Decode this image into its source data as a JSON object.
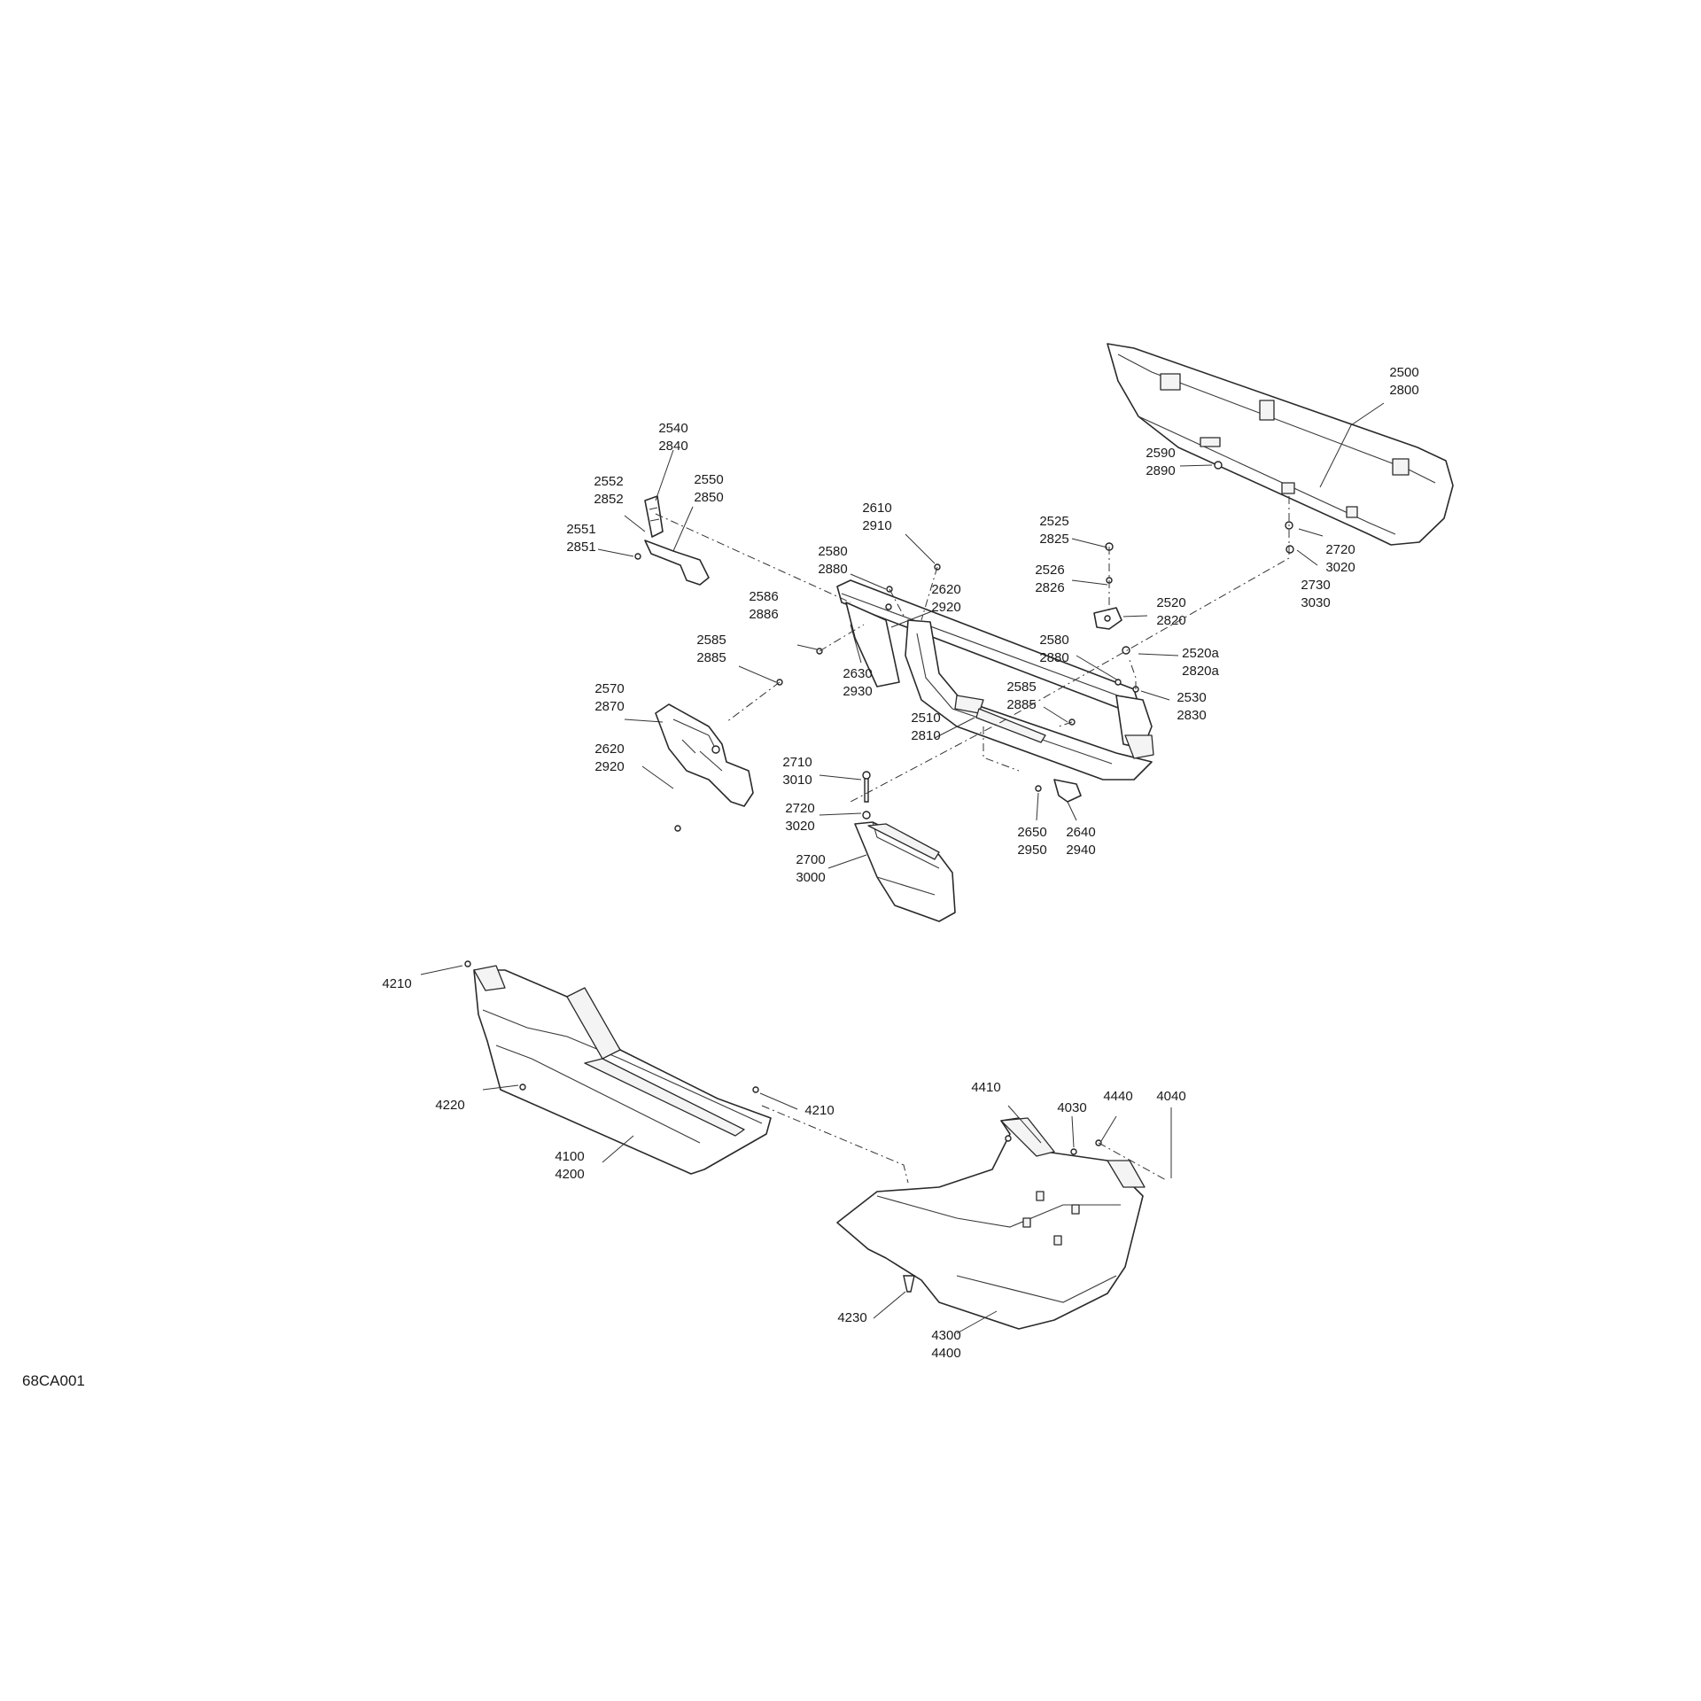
{
  "figure_ref": "68CA001",
  "callouts": {
    "c2500": [
      "2500",
      "2800"
    ],
    "c2590": [
      "2590",
      "2890"
    ],
    "c2720a": [
      "2720",
      "3020"
    ],
    "c2730": [
      "2730",
      "3030"
    ],
    "c2540": [
      "2540",
      "2840"
    ],
    "c2552": [
      "2552",
      "2852"
    ],
    "c2550": [
      "2550",
      "2850"
    ],
    "c2551": [
      "2551",
      "2851"
    ],
    "c2610": [
      "2610",
      "2910"
    ],
    "c2580a": [
      "2580",
      "2880"
    ],
    "c2620a": [
      "2620",
      "2920"
    ],
    "c2586": [
      "2586",
      "2886"
    ],
    "c2585a": [
      "2585",
      "2885"
    ],
    "c2630": [
      "2630",
      "2930"
    ],
    "c2525": [
      "2525",
      "2825"
    ],
    "c2526": [
      "2526",
      "2826"
    ],
    "c2520": [
      "2520",
      "2820"
    ],
    "c2520a": [
      "2520a",
      "2820a"
    ],
    "c2580b": [
      "2580",
      "2880"
    ],
    "c2530": [
      "2530",
      "2830"
    ],
    "c2585b": [
      "2585",
      "2885"
    ],
    "c2510": [
      "2510",
      "2810"
    ],
    "c2570": [
      "2570",
      "2870"
    ],
    "c2620b": [
      "2620",
      "2920"
    ],
    "c2710": [
      "2710",
      "3010"
    ],
    "c2720b": [
      "2720",
      "3020"
    ],
    "c2700": [
      "2700",
      "3000"
    ],
    "c2650": [
      "2650",
      "2950"
    ],
    "c2640": [
      "2640",
      "2940"
    ],
    "c4210a": [
      "4210"
    ],
    "c4210b": [
      "4210"
    ],
    "c4220": [
      "4220"
    ],
    "c4100": [
      "4100",
      "4200"
    ],
    "c4410": [
      "4410"
    ],
    "c4030": [
      "4030"
    ],
    "c4440": [
      "4440"
    ],
    "c4040": [
      "4040"
    ],
    "c4230": [
      "4230"
    ],
    "c4300": [
      "4300",
      "4400"
    ]
  }
}
